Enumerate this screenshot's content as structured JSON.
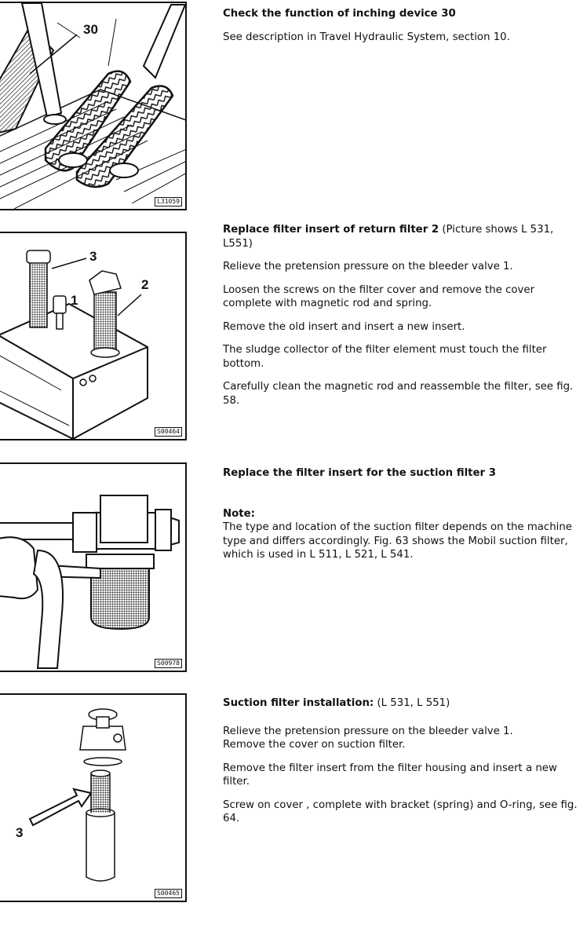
{
  "sections": [
    {
      "heading": "Check the function of inching device 30",
      "heading_suffix": "",
      "paragraphs": [
        "See description in Travel Hydraulic System, section 10."
      ],
      "figure": {
        "code": "L31059",
        "callouts": [
          "30"
        ]
      }
    },
    {
      "heading": "Replace filter insert of return filter 2",
      "heading_suffix": " (Picture shows L 531, L551)",
      "paragraphs": [
        "Relieve the pretension pressure on the bleeder valve 1.",
        "Loosen the screws on the filter cover and remove the cover complete with magnetic rod and spring.",
        "Remove the old insert and insert a new insert.",
        "The sludge collector of the filter element must touch the filter bottom.",
        "Carefully clean the magnetic rod and reassemble the filter, see fig. 58."
      ],
      "figure": {
        "code": "S00464",
        "callouts": [
          "3",
          "2",
          "1"
        ]
      }
    },
    {
      "heading": "Replace the filter insert for the suction filter 3",
      "heading_suffix": "",
      "note_label": "Note:",
      "note_text": "The type and location of the suction filter depends on the machine type and differs accordingly. Fig. 63  shows the Mobil suction filter, which is used in L 511, L 521, L 541.",
      "figure": {
        "code": "S00978"
      }
    },
    {
      "heading": "Suction filter installation:",
      "heading_suffix": " (L 531, L 551)",
      "paragraphs": [
        "Relieve the pretension pressure on the bleeder valve 1.\nRemove the cover on suction filter.",
        "Remove the filter insert from the filter housing and insert a new filter.",
        "Screw on cover , complete with bracket (spring) and O-ring, see fig. 64."
      ],
      "figure": {
        "code": "S00465",
        "callouts": [
          "3"
        ]
      }
    }
  ]
}
